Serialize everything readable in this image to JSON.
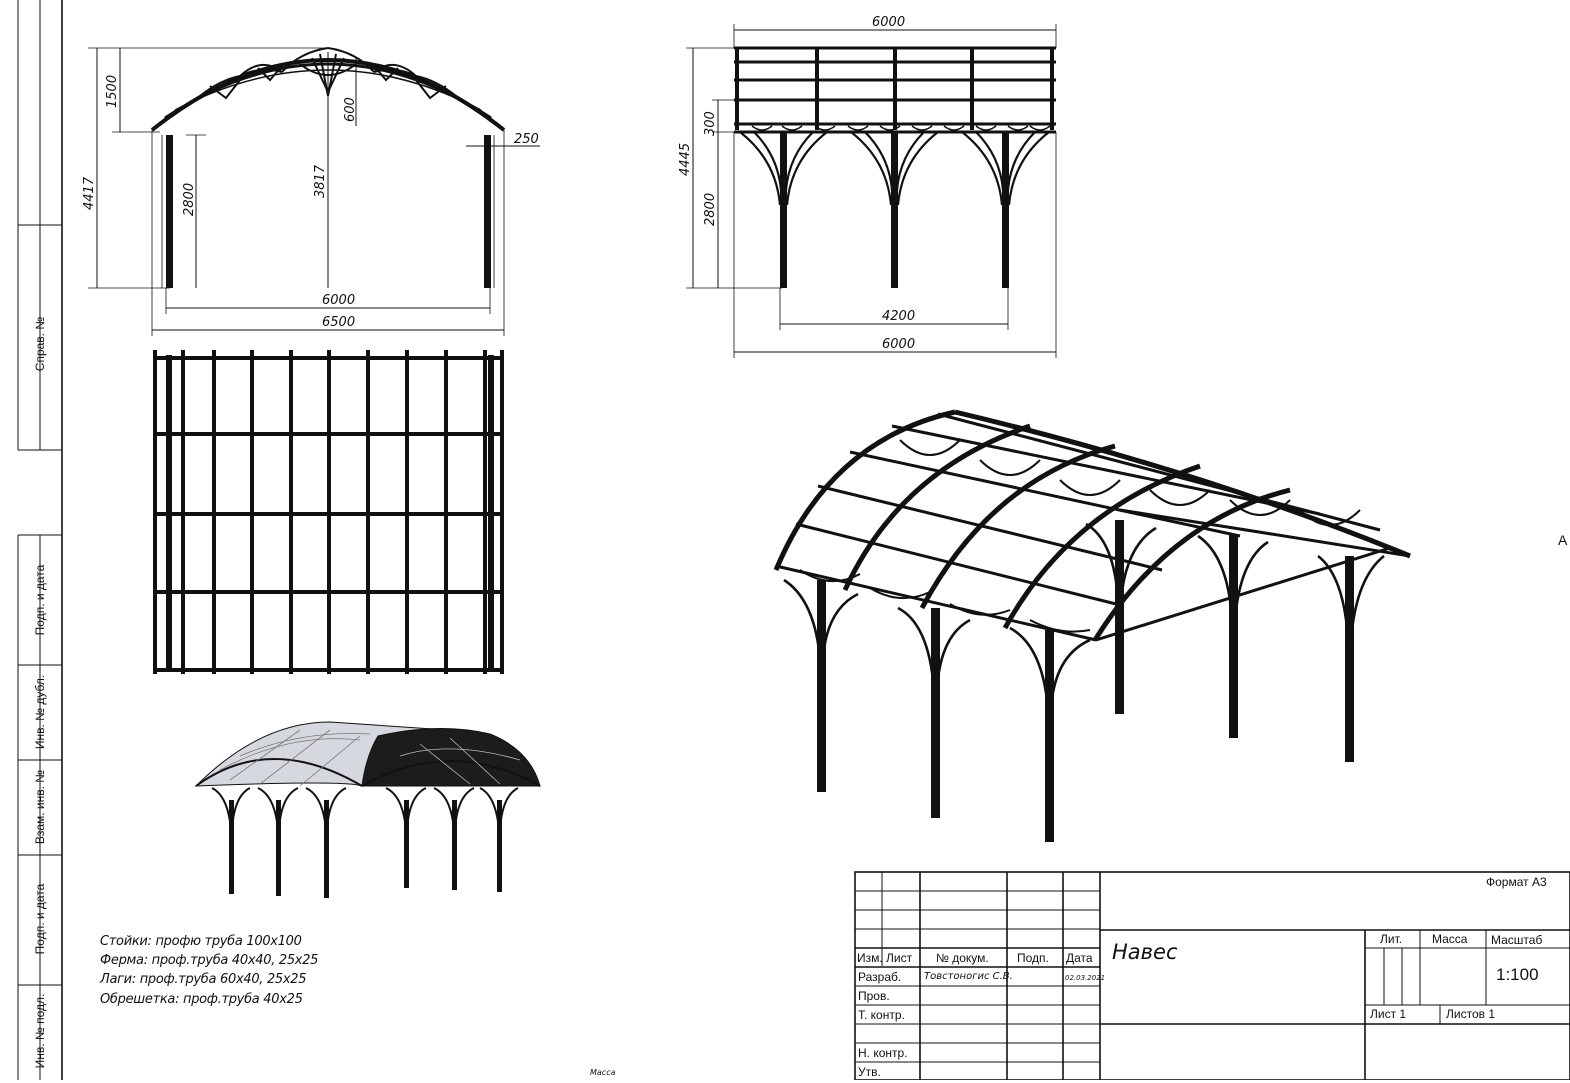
{
  "side_labels": [
    "Справ. №",
    "Подп. и дата",
    "Инв. № дубл.",
    "Взам. инв. №",
    "Подп. и дата",
    "Инв. № подл."
  ],
  "front_view": {
    "dims": {
      "rise": "1500",
      "total_height": "4417",
      "post_height": "2800",
      "center_height": "3817",
      "truss_depth": "600",
      "overhang": "250",
      "inner_span": "6000",
      "outer_span": "6500"
    }
  },
  "side_view": {
    "dims": {
      "top_length": "6000",
      "total_height": "4445",
      "beam_height": "300",
      "post_height": "2800",
      "post_spacing": "4200",
      "bottom_length": "6000"
    }
  },
  "notes": [
    "Стойки: профю труба 100х100",
    "Ферма: проф.труба 40х40, 25х25",
    "Лаги: проф.труба 60х40, 25х25",
    "Обрешетка: проф.труба 40х25"
  ],
  "mass_caption": "Масса",
  "edge_letter": "А",
  "title_block": {
    "format": "Формат А3",
    "title": "Навес",
    "headers": {
      "izm": "Изм.",
      "list": "Лист",
      "doc": "№ докум.",
      "sign": "Подп.",
      "date": "Дата"
    },
    "roles": [
      "Разраб.",
      "Пров.",
      "Т. контр.",
      "Н. контр.",
      "Утв."
    ],
    "developer": "Товстоногис С.В.",
    "date": "02.03.2021",
    "lit": "Лит.",
    "mass": "Масса",
    "scale_label": "Масштаб",
    "scale": "1:100",
    "sheet": "Лист 1",
    "sheets": "Листов 1"
  }
}
